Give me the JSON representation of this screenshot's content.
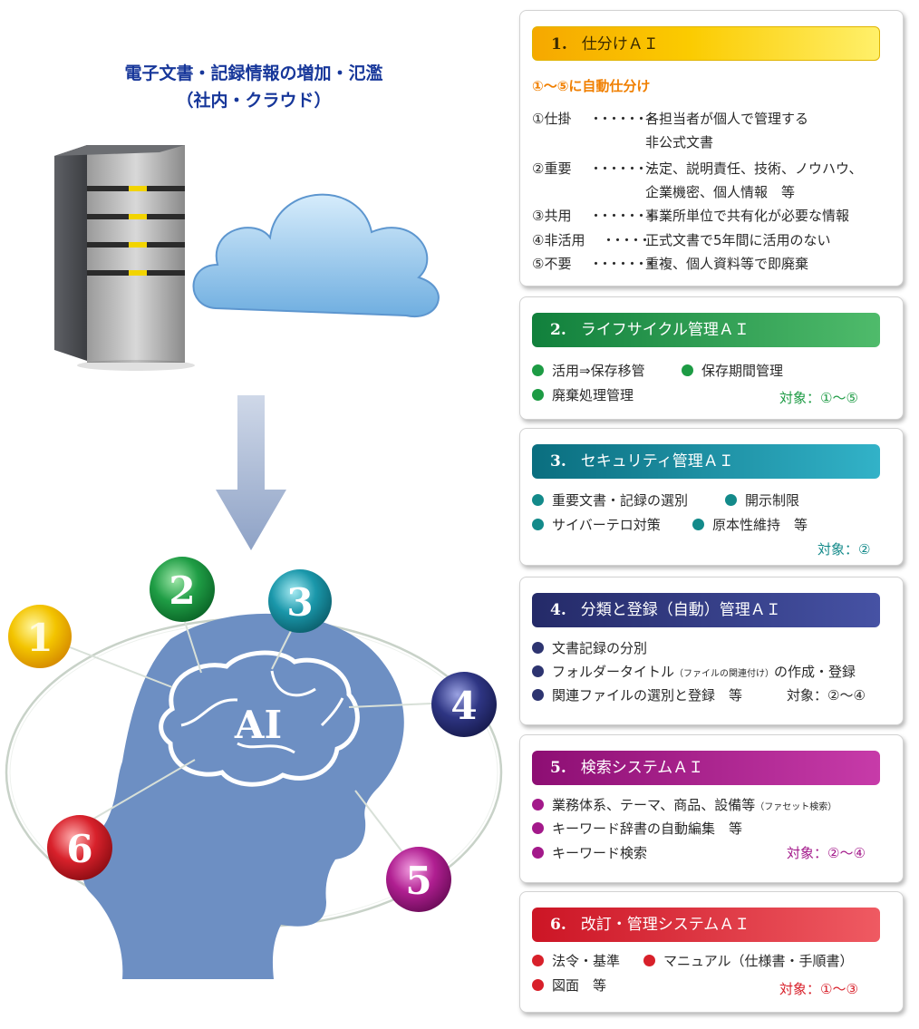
{
  "headline": {
    "line1": "電子文書・記録情報の増加・氾濫",
    "line2": "（社内・クラウド）"
  },
  "brain_label": "AI",
  "nodes": [
    {
      "label": "1",
      "color": "#f3b800"
    },
    {
      "label": "2",
      "color": "#1d9b44"
    },
    {
      "label": "3",
      "color": "#1795a8"
    },
    {
      "label": "4",
      "color": "#2d3480"
    },
    {
      "label": "5",
      "color": "#ab1c8c"
    },
    {
      "label": "6",
      "color": "#d8202a"
    }
  ],
  "cards": {
    "c1": {
      "num": "1.",
      "title": "仕分けＡＩ",
      "subtitle": "①～⑤に自動仕分け",
      "rows": [
        {
          "key": "①仕掛",
          "dots": "・・・・・・・",
          "text": "各担当者が個人で管理する",
          "cont": "非公式文書"
        },
        {
          "key": "②重要",
          "dots": "・・・・・・・",
          "text": "法定、説明責任、技術、ノウハウ、",
          "cont": "企業機密、個人情報　等"
        },
        {
          "key": "③共用",
          "dots": "・・・・・・・",
          "text": "事業所単位で共有化が必要な情報"
        },
        {
          "key": "④非活用",
          "dots": "・・・・・",
          "text": "正式文書で5年間に活用のない"
        },
        {
          "key": "⑤不要",
          "dots": "・・・・・・・",
          "text": "重複、個人資料等で即廃棄"
        }
      ]
    },
    "c2": {
      "num": "2.",
      "title": "ライフサイクル管理ＡＩ",
      "color": "#1d9b44",
      "items": [
        "活用⇒保存移管",
        "保存期間管理",
        "廃棄処理管理"
      ],
      "target": "対象：①～⑤"
    },
    "c3": {
      "num": "3.",
      "title": "セキュリティ管理ＡＩ",
      "color": "#138a8a",
      "items": [
        "重要文書・記録の選別",
        "開示制限",
        "サイバーテロ対策",
        "原本性維持　等"
      ],
      "target": "対象：②"
    },
    "c4": {
      "num": "4.",
      "title": "分類と登録（自動）管理ＡＩ",
      "color": "#2d3470",
      "items": [
        "文書記録の分別",
        "フォルダータイトル",
        "（ファイルの関連付け）",
        "の作成・登録",
        "関連ファイルの選別と登録　等"
      ],
      "target": "対象：②～④"
    },
    "c5": {
      "num": "5.",
      "title": "検索システムＡＩ",
      "color": "#a3198a",
      "items": [
        "業務体系、テーマ、商品、設備等",
        "（ファセット検索）",
        "キーワード辞書の自動編集　等",
        "キーワード検索"
      ],
      "target": "対象：②～④"
    },
    "c6": {
      "num": "6.",
      "title": "改訂・管理システムＡＩ",
      "color": "#d8202a",
      "items": [
        "法令・基準",
        "マニュアル（仕様書・手順書）",
        "図面　等"
      ],
      "target": "対象：①～③"
    }
  }
}
